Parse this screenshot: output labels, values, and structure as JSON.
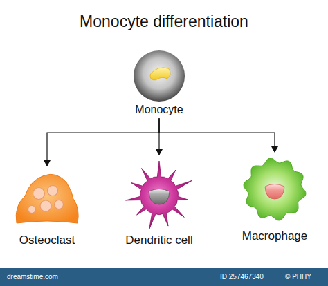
{
  "diagram": {
    "title": "Monocyte differentiation",
    "nodes": [
      {
        "text": [
          "Monocyte"
        ]
      },
      {
        "text": [
          "Osteoclast"
        ]
      },
      {
        "text": [
          "Dendritic cell"
        ]
      },
      {
        "text": [
          "Macrophage"
        ]
      }
    ],
    "edges": [
      {
        "from": 0,
        "to": 1,
        "arrow": "to"
      },
      {
        "from": 0,
        "to": 2,
        "arrow": "to"
      },
      {
        "from": 0,
        "to": 3,
        "arrow": "to"
      }
    ],
    "labels": [
      "dreamstime.com",
      "ID 257467340",
      "© PHHY"
    ]
  }
}
